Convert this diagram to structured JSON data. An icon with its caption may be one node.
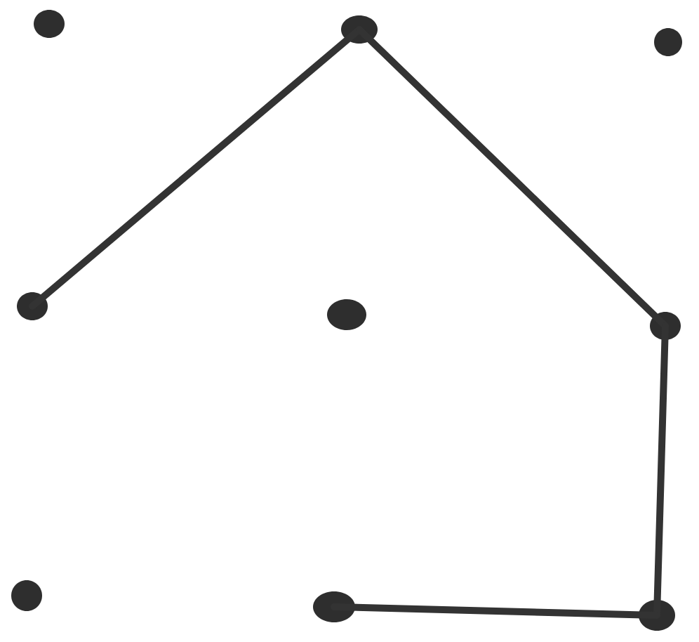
{
  "diagram": {
    "nodes": [
      {
        "text": [],
        "shape": "circle"
      },
      {
        "text": [],
        "shape": "circle"
      },
      {
        "text": [],
        "shape": "circle"
      },
      {
        "text": [],
        "shape": "circle"
      },
      {
        "text": [],
        "shape": "circle"
      },
      {
        "text": [],
        "shape": "circle"
      },
      {
        "text": [],
        "shape": "circle"
      },
      {
        "text": [],
        "shape": "circle"
      },
      {
        "text": [],
        "shape": "circle"
      }
    ],
    "edges": [
      {
        "from": 3,
        "to": 1,
        "arrow": "none"
      },
      {
        "from": 1,
        "to": 5,
        "arrow": "none"
      },
      {
        "from": 5,
        "to": 8,
        "arrow": "none"
      },
      {
        "from": 8,
        "to": 7,
        "arrow": "none"
      }
    ]
  }
}
